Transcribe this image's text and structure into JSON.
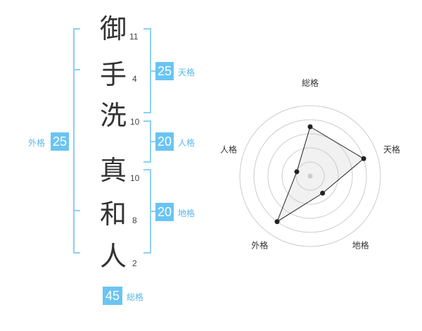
{
  "characters": [
    {
      "char": "御",
      "strokes": "11"
    },
    {
      "char": "手",
      "strokes": "4"
    },
    {
      "char": "洗",
      "strokes": "10"
    },
    {
      "char": "真",
      "strokes": "10"
    },
    {
      "char": "和",
      "strokes": "8"
    },
    {
      "char": "人",
      "strokes": "2"
    }
  ],
  "fortunes": {
    "tenkaku": {
      "label": "天格",
      "value": "25"
    },
    "jinkaku": {
      "label": "人格",
      "value": "20"
    },
    "chikaku": {
      "label": "地格",
      "value": "20"
    },
    "gaikaku": {
      "label": "外格",
      "value": "25"
    },
    "soukaku": {
      "label": "総格",
      "value": "45"
    }
  },
  "colors": {
    "accent": "#6ac4f3",
    "bracket": "#8cd0f5"
  },
  "chart_data": {
    "type": "radar",
    "axes": [
      "総格",
      "天格",
      "地格",
      "外格",
      "人格"
    ],
    "values": [
      3.5,
      4.0,
      1.5,
      4.0,
      1.0
    ],
    "max": 5,
    "rings": 5
  }
}
